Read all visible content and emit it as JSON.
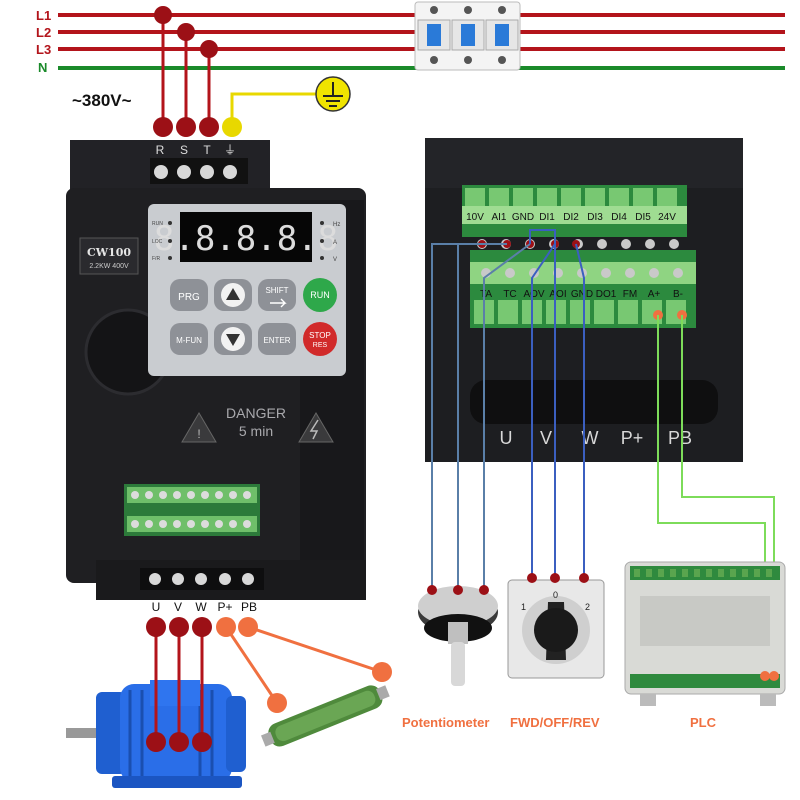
{
  "supply": {
    "lines": [
      "L1",
      "L2",
      "L3",
      "N"
    ],
    "voltage": "~380V~"
  },
  "inverter": {
    "brand": "CW100",
    "rating": "2.2KW 400V",
    "display": "8.8.8.8.8",
    "input_terminals": [
      "R",
      "S",
      "T",
      "⏚"
    ],
    "output_terminals": [
      "U",
      "V",
      "W",
      "P+",
      "PB"
    ],
    "led_left": [
      "RUN",
      "LOC",
      "F/R"
    ],
    "led_right": [
      "Hz",
      "A",
      "V"
    ],
    "keys": {
      "prg": "PRG",
      "shift": "SHIFT",
      "run": "RUN",
      "mfun": "M-FUN",
      "enter": "ENTER",
      "stop": "STOP",
      "stop_sub": "RES"
    },
    "warning": "DANGER",
    "warning_time": "5 min",
    "colors": {
      "body": "#1f1f22",
      "panel": "#c9ccd0",
      "run": "#2ea84a",
      "stop": "#d12a2a"
    }
  },
  "control_terminals": {
    "top_row": [
      "10V",
      "AI1",
      "GND",
      "DI1",
      "DI2",
      "DI3",
      "DI4",
      "DI5",
      "24V"
    ],
    "bottom_row": [
      "TA",
      "TC",
      "AOV",
      "AOI",
      "GND",
      "DO1",
      "FM",
      "A+",
      "B-"
    ],
    "power_row": [
      "U",
      "V",
      "W",
      "P+",
      "PB"
    ]
  },
  "switch": {
    "positions": [
      "1",
      "0",
      "2"
    ]
  },
  "captions": {
    "potentiometer": "Potentiometer",
    "switch": "FWD/OFF/REV",
    "plc": "PLC"
  },
  "wire_colors": {
    "phase": "#b3141b",
    "neutral": "#1a8a2a",
    "earth": "#e8d800",
    "brake": "#f07040",
    "signal": "#3b5fc0",
    "comm": "#7ddc5a",
    "pot": "#5a7fa8"
  }
}
